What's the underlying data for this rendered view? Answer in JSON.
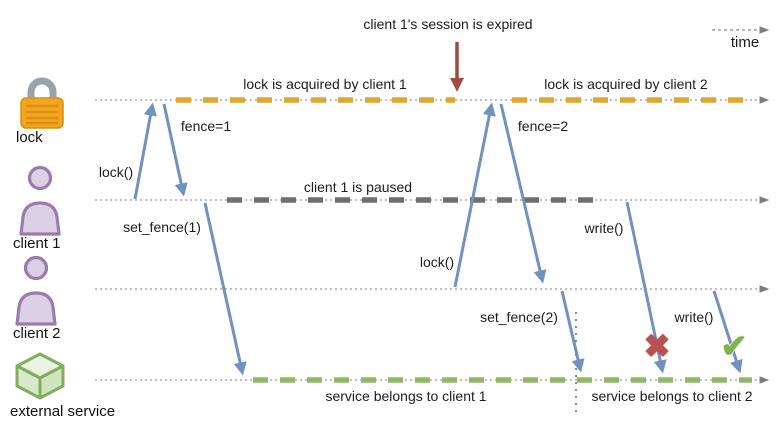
{
  "title_annotation": "client 1's session is expired",
  "time_label": "time",
  "lanes": {
    "lock": {
      "label": "lock"
    },
    "client1": {
      "label": "client 1"
    },
    "client2": {
      "label": "client 2"
    },
    "external_service": {
      "label": "external service"
    }
  },
  "timeline_notes": {
    "lock_acquired_c1": "lock is acquired by client 1",
    "lock_acquired_c2": "lock is acquired by client 2",
    "client1_paused": "client 1 is paused",
    "service_c1": "service belongs to client 1",
    "service_c2": "service belongs to client 2"
  },
  "messages": {
    "lock_call_1": "lock()",
    "fence_1": "fence=1",
    "set_fence_1": "set_fence(1)",
    "lock_call_2": "lock()",
    "fence_2": "fence=2",
    "set_fence_2": "set_fence(2)",
    "write_1": "write()",
    "write_2": "write()"
  },
  "status_icons": {
    "write_rejected_glyph": "✖",
    "write_accepted_glyph": "✔"
  },
  "colors": {
    "message_arrow": "#7191bf",
    "lock_segment": "#e2a62c",
    "paused_segment": "#6f6f6f",
    "service_segment": "#8fb968",
    "expired_arrow": "#a04a42",
    "timeline": "#999999",
    "reject_x": "#b85250",
    "accept_check": "#7db44e"
  }
}
